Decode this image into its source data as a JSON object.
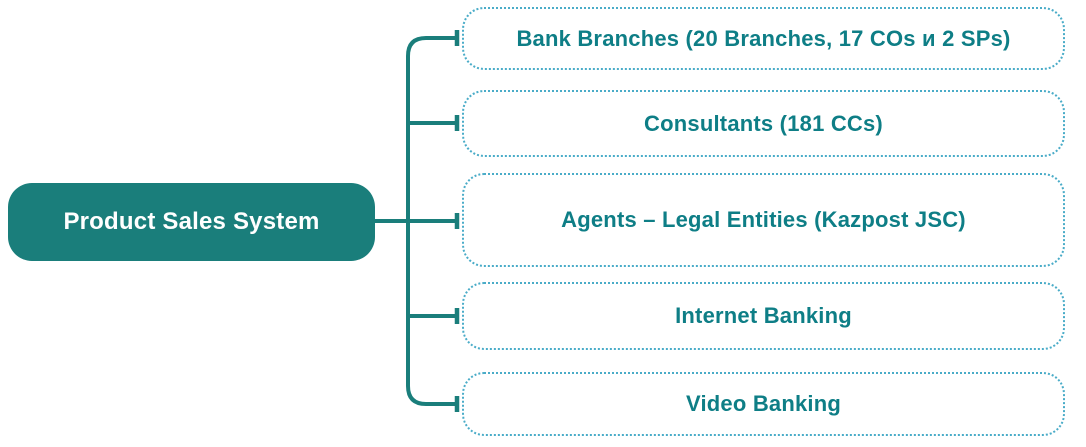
{
  "diagram": {
    "type": "tree",
    "root": {
      "label": "Product Sales System"
    },
    "children": [
      {
        "label": "Bank Branches (20 Branches, 17 COs и 2 SPs)"
      },
      {
        "label": "Consultants (181 CCs)"
      },
      {
        "label": "Agents – Legal Entities (Kazpost JSC)"
      },
      {
        "label": "Internet Banking"
      },
      {
        "label": "Video Banking"
      }
    ],
    "colors": {
      "root_fill": "#1A7E7B",
      "root_text": "#FFFFFF",
      "connector": "#1A7E7B",
      "child_border": "#4AACC8",
      "child_text": "#0E7E86",
      "background": "#FFFFFF"
    }
  }
}
